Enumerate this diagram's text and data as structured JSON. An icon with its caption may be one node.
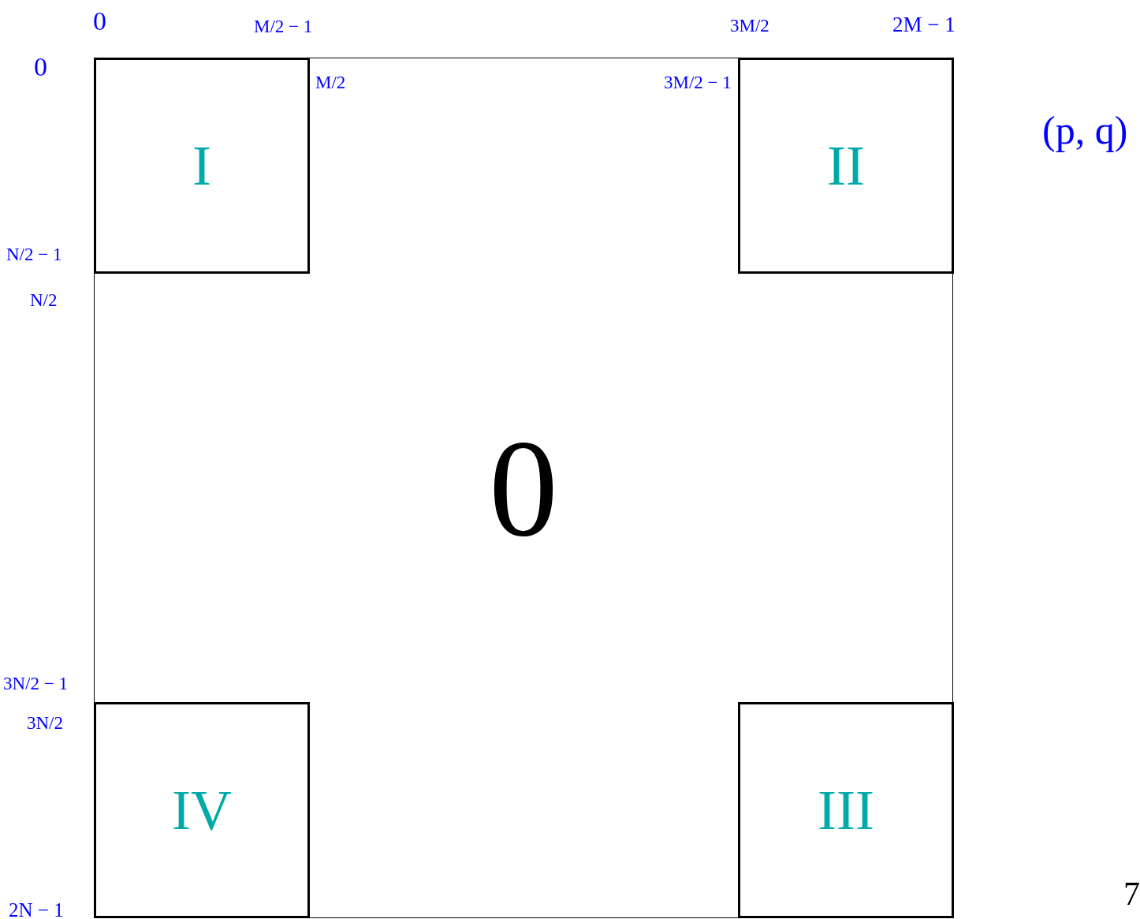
{
  "diagram": {
    "nodes": [
      {
        "text": [
          "0"
        ]
      },
      {
        "text": [
          "I"
        ],
        "in": 0
      },
      {
        "text": [
          "II"
        ],
        "in": 0
      },
      {
        "text": [
          "IV"
        ],
        "in": 0
      },
      {
        "text": [
          "III"
        ],
        "in": 0
      }
    ],
    "edges": [],
    "labels": [
      "0",
      "M/2 − 1",
      "3M/2",
      "2M − 1",
      "0",
      "M/2",
      "3M/2 − 1",
      "(p, q)",
      "N/2 − 1",
      "N/2",
      "3N/2 − 1",
      "3N/2",
      "2N − 1",
      "7"
    ]
  }
}
